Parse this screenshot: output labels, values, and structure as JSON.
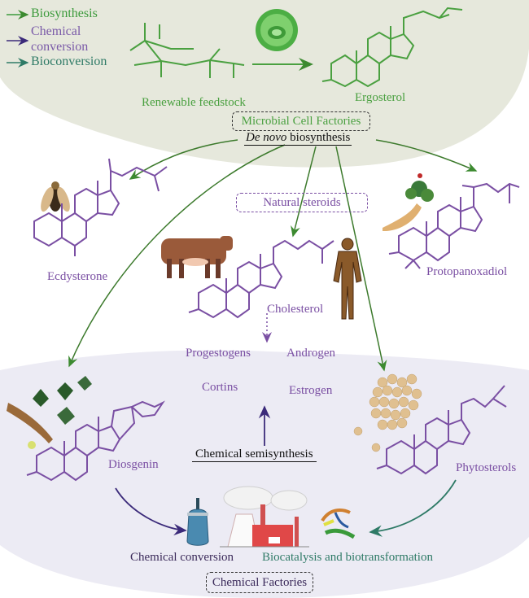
{
  "legend": {
    "items": [
      {
        "label": "Biosynthesis",
        "color": "#3c9a3c"
      },
      {
        "label": "Chemical conversion",
        "color": "#3b2a7a"
      },
      {
        "label": "Bioconversion",
        "color": "#2e7a66"
      }
    ]
  },
  "top_section": {
    "feedstock_label": "Renewable feedstock",
    "product_label": "Ergosterol",
    "box_label": "Microbial Cell Factories",
    "process_label_italic": "De novo",
    "process_label_rest": " biosynthesis"
  },
  "middle_section": {
    "box_label": "Natural steroids",
    "compounds": {
      "ecdysterone": "Ecdysterone",
      "cholesterol": "Cholesterol",
      "protopanaxadiol": "Protopanoxadiol"
    },
    "hormones": [
      "Progestogens",
      "Androgen",
      "Cortins",
      "Estrogen"
    ]
  },
  "bottom_section": {
    "process_label": "Chemical semisynthesis",
    "compounds": {
      "diosgenin": "Diosgenin",
      "phytosterols": "Phytosterols"
    },
    "chemical_conversion_label": "Chemical conversion",
    "biocatalysis_label": "Biocatalysis and biotransformation",
    "box_label": "Chemical Factories"
  },
  "colors": {
    "top_bg": "#e6e8dc",
    "bottom_bg": "#ecebf4",
    "green": "#3c9a3c",
    "purple": "#7a4fa3",
    "navy": "#3b2a7a",
    "teal": "#2e7a66"
  }
}
